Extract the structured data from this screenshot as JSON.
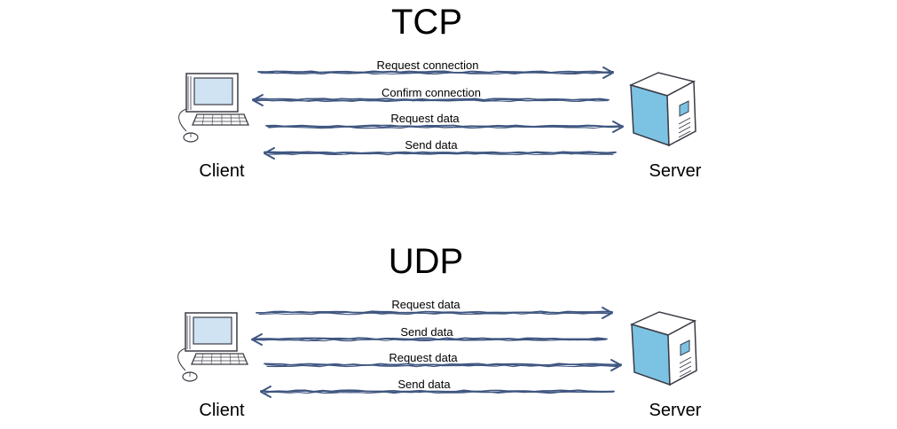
{
  "colors": {
    "arrow": "#3f5680",
    "screen": "#cfe3f2",
    "server_face": "#7cc3e3",
    "outline": "#3b3b45",
    "background": "#ffffff"
  },
  "sections": [
    {
      "title": "TCP",
      "client": {
        "label": "Client",
        "icon": "computer-icon"
      },
      "server": {
        "label": "Server",
        "icon": "server-icon"
      },
      "messages": [
        {
          "label": "Request connection",
          "direction": "to-server"
        },
        {
          "label": "Confirm connection",
          "direction": "to-client"
        },
        {
          "label": "Request data",
          "direction": "to-server"
        },
        {
          "label": "Send data",
          "direction": "to-client"
        }
      ]
    },
    {
      "title": "UDP",
      "client": {
        "label": "Client",
        "icon": "computer-icon"
      },
      "server": {
        "label": "Server",
        "icon": "server-icon"
      },
      "messages": [
        {
          "label": "Request data",
          "direction": "to-server"
        },
        {
          "label": "Send data",
          "direction": "to-client"
        },
        {
          "label": "Request data",
          "direction": "to-server"
        },
        {
          "label": "Send data",
          "direction": "to-client"
        }
      ]
    }
  ]
}
